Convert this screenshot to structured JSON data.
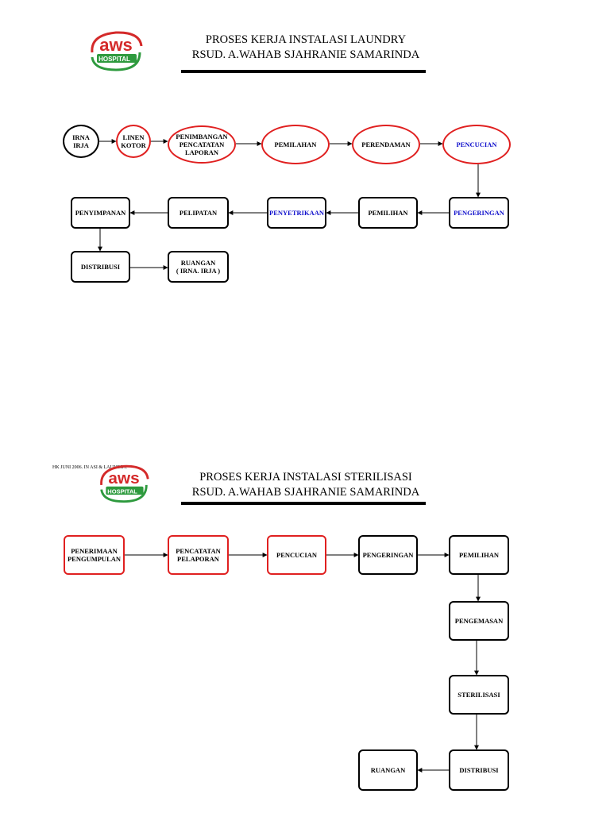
{
  "section1": {
    "title_line1": "PROSES KERJA  INSTALASI LAUNDRY",
    "title_line2": "RSUD. A.WAHAB SJAHRANIE SAMARINDA",
    "nodes": {
      "irna_irja": "IRNA\nIRJA",
      "linen_kotor": "LINEN\nKOTOR",
      "penimbangan": "PENIMBANGAN\nPENCATATAN\nLAPORAN",
      "pemilahan": "PEMILAHAN",
      "perendaman": "PERENDAMAN",
      "pencucian": "PENCUCIAN",
      "pengeringan": "PENGERINGAN",
      "pemilihan": "PEMILIHAN",
      "penyetrikaan": "PENYETRIKAAN",
      "pelipatan": "PELIPATAN",
      "penyimpanan": "PENYIMPANAN",
      "distribusi": "DISTRIBUSI",
      "ruangan": "RUANGAN\n( IRNA. IRJA )"
    }
  },
  "section2": {
    "footer_text": "HK JUNI 2006.  IN                    ASI & LAUNDRY.",
    "title_line1": "PROSES KERJA INSTALASI  STERILISASI",
    "title_line2": "RSUD. A.WAHAB SJAHRANIE SAMARINDA",
    "nodes": {
      "penerimaan": "PENERIMAAN\nPENGUMPULAN",
      "pencatatan": "PENCATATAN\nPELAPORAN",
      "pencucian": "PENCUCIAN",
      "pengeringan": "PENGERINGAN",
      "pemilihan": "PEMILIHAN",
      "pengemasan": "PENGEMASAN",
      "sterilisasi": "STERILISASI",
      "distribusi": "DISTRIBUSI",
      "ruangan": "RUANGAN"
    }
  },
  "logo": {
    "text_top": "aws",
    "text_bottom": "HOSPITAL",
    "color_red": "#d42a2a",
    "color_green": "#2e9a3e"
  },
  "colors": {
    "red_border": "#e02020",
    "blue_text": "#1010cc"
  }
}
